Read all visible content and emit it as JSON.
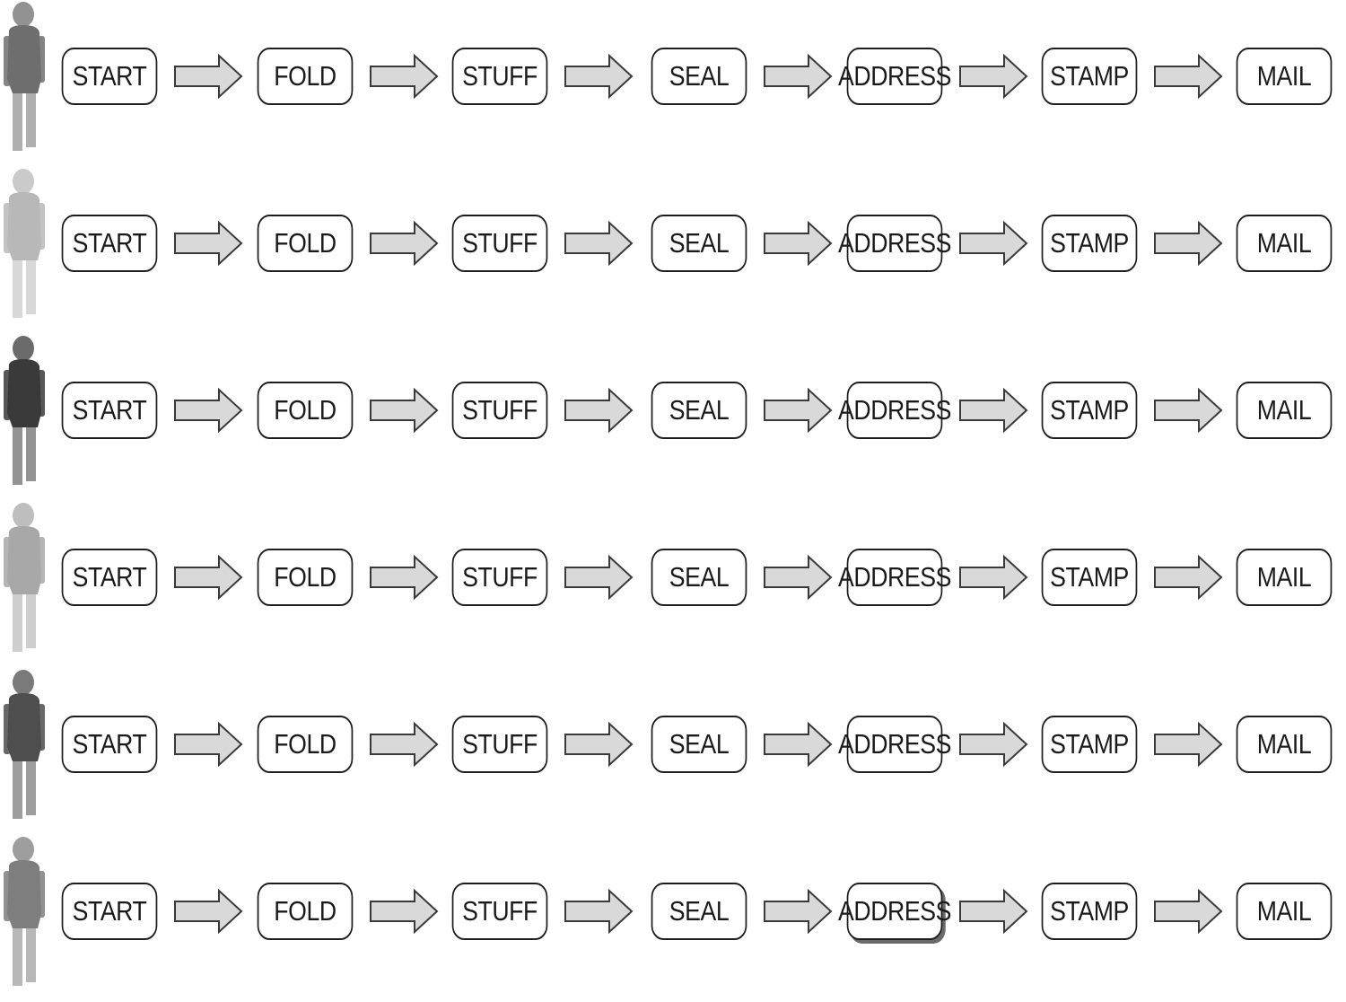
{
  "lanes": [
    {
      "figure_color": "#6e6e6e",
      "steps": [
        "START",
        "FOLD",
        "STUFF",
        "SEAL",
        "ADDRESS",
        "STAMP",
        "MAIL"
      ]
    },
    {
      "figure_color": "#b8b8b8",
      "steps": [
        "START",
        "FOLD",
        "STUFF",
        "SEAL",
        "ADDRESS",
        "STAMP",
        "MAIL"
      ]
    },
    {
      "figure_color": "#3a3a3a",
      "steps": [
        "START",
        "FOLD",
        "STUFF",
        "SEAL",
        "ADDRESS",
        "STAMP",
        "MAIL"
      ]
    },
    {
      "figure_color": "#a8a8a8",
      "steps": [
        "START",
        "FOLD",
        "STUFF",
        "SEAL",
        "ADDRESS",
        "STAMP",
        "MAIL"
      ]
    },
    {
      "figure_color": "#4e4e4e",
      "steps": [
        "START",
        "FOLD",
        "STUFF",
        "SEAL",
        "ADDRESS",
        "STAMP",
        "MAIL"
      ]
    },
    {
      "figure_color": "#7e7e7e",
      "steps": [
        "START",
        "FOLD",
        "STUFF",
        "SEAL",
        "ADDRESS",
        "STAMP",
        "MAIL"
      ],
      "highlighted_step": "ADDRESS"
    }
  ],
  "colors": {
    "box_border": "#1e1e1e",
    "arrow_fill": "#d9d9d9",
    "arrow_stroke": "#3a3a3a"
  }
}
